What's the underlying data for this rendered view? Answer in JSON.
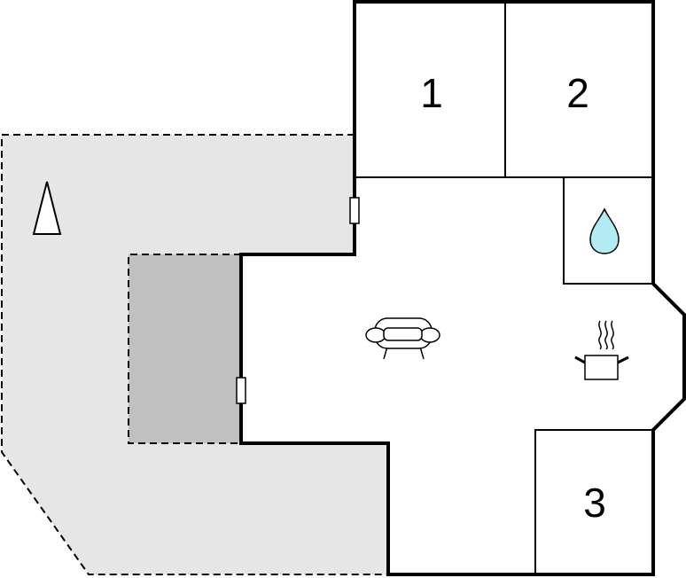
{
  "rooms": [
    {
      "id": "room-1",
      "label": "1"
    },
    {
      "id": "room-2",
      "label": "2"
    },
    {
      "id": "room-3",
      "label": "3"
    }
  ],
  "icons": {
    "north": "north-arrow-icon",
    "bathroom": "water-drop-icon",
    "living": "sofa-icon",
    "kitchen": "cooking-pot-icon"
  },
  "colors": {
    "terrace_outer": "#e6e6e6",
    "terrace_inner": "#c0c0c0",
    "wall": "#000000",
    "water": "#b3ebf2",
    "background": "#ffffff"
  }
}
